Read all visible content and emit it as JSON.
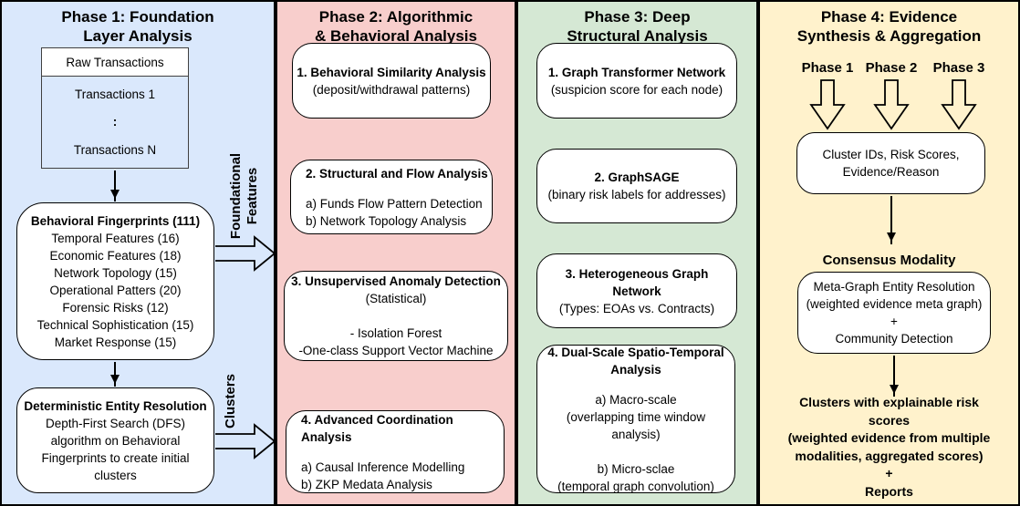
{
  "colors": {
    "phase1_bg": "#dae8fc",
    "phase2_bg": "#f8cecc",
    "phase3_bg": "#d5e8d4",
    "phase4_bg": "#fff2cc",
    "box_bg": "#ffffff",
    "line": "#000000"
  },
  "phase1": {
    "title": "Phase 1: Foundation\nLayer Analysis",
    "table": {
      "header": "Raw Transactions",
      "rows": [
        "Transactions 1",
        ":",
        "Transactions N"
      ]
    },
    "fingerprints": {
      "title": "Behavioral Fingerprints (111)",
      "body": "Temporal Features (16)\nEconomic Features (18)\nNetwork Topology (15)\nOperational Patters (20)\nForensic Risks (12)\nTechnical Sophistication (15)\nMarket Response (15)"
    },
    "entity_resolution": {
      "title": "Deterministic Entity Resolution",
      "body": "Depth-First Search (DFS)\nalgorithm on Behavioral\nFingerprints to create initial\nclusters"
    },
    "output_labels": {
      "foundational": "Foundational\nFeatures",
      "clusters": "Clusters"
    }
  },
  "phase2": {
    "title": "Phase 2: Algorithmic\n& Behavioral Analysis",
    "boxes": [
      {
        "title": "1. Behavioral Similarity Analysis",
        "body": "(deposit/withdrawal patterns)"
      },
      {
        "title": "2. Structural and Flow Analysis",
        "body": "a) Funds Flow Pattern Detection\nb) Network Topology Analysis"
      },
      {
        "title": "3. Unsupervised Anomaly Detection",
        "body": "(Statistical)\n\n- Isolation Forest\n-One-class Support Vector Machine"
      },
      {
        "title": "4. Advanced Coordination Analysis",
        "body": "a) Causal Inference Modelling\nb) ZKP Medata Analysis"
      }
    ]
  },
  "phase3": {
    "title": "Phase 3: Deep\nStructural Analysis",
    "boxes": [
      {
        "title": "1. Graph Transformer Network",
        "body": "(suspicion score for each node)"
      },
      {
        "title": "2. GraphSAGE",
        "body": "(binary risk labels for addresses)"
      },
      {
        "title": "3. Heterogeneous Graph\nNetwork",
        "body": "(Types: EOAs vs. Contracts)"
      },
      {
        "title": "4. Dual-Scale Spatio-Temporal\nAnalysis",
        "body": "a) Macro-scale\n(overlapping time window analysis)\n\nb) Micro-sclae\n(temporal graph convolution)"
      }
    ]
  },
  "phase4": {
    "title": "Phase 4: Evidence\nSynthesis & Aggregation",
    "inputs": [
      "Phase 1",
      "Phase 2",
      "Phase 3"
    ],
    "cluster_box": "Cluster IDs, Risk Scores,\nEvidence/Reason",
    "consensus_heading": "Consensus Modality",
    "consensus_box": "Meta-Graph Entity Resolution\n(weighted evidence meta graph)\n+\nCommunity Detection",
    "output": "Clusters with explainable risk\nscores\n(weighted evidence from multiple\nmodalities, aggregated scores)\n+\nReports"
  }
}
